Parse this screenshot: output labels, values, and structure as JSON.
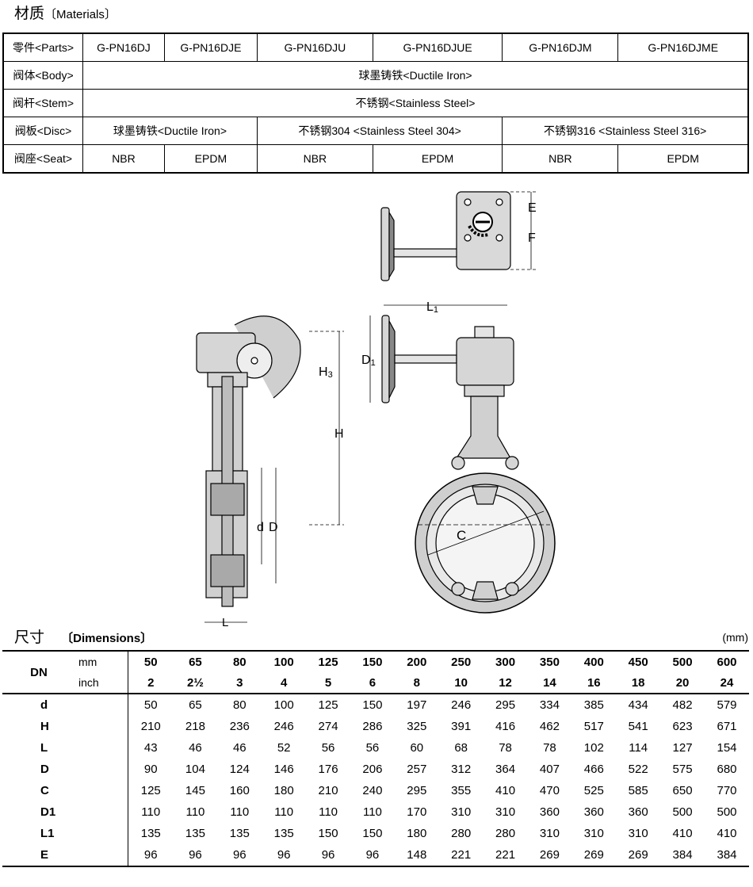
{
  "materials": {
    "title_cn": "材质",
    "title_en": "〔Materials〕",
    "header_label": "零件<Parts>",
    "models": [
      "G-PN16DJ",
      "G-PN16DJE",
      "G-PN16DJU",
      "G-PN16DJUE",
      "G-PN16DJM",
      "G-PN16DJME"
    ],
    "body_label": "阀体<Body>",
    "body_value": "球墨铸铁<Ductile Iron>",
    "stem_label": "阀杆<Stem>",
    "stem_value": "不锈钢<Stainless Steel>",
    "disc_label": "阀板<Disc>",
    "disc_values": [
      "球墨铸铁<Ductile Iron>",
      "不锈钢304 <Stainless Steel 304>",
      "不锈钢316 <Stainless Steel 316>"
    ],
    "seat_label": "阀座<Seat>",
    "seat_values": [
      "NBR",
      "EPDM",
      "NBR",
      "EPDM",
      "NBR",
      "EPDM"
    ]
  },
  "drawing": {
    "labels": {
      "E": "E",
      "F": "F",
      "L1": "L",
      "L1_sub": "1",
      "D1": "D",
      "D1_sub": "1",
      "H3": "H",
      "H3_sub": "3",
      "H": "H",
      "d": "d",
      "D": "D",
      "C": "C",
      "L": "L"
    }
  },
  "dimensions": {
    "title_cn": "尺寸",
    "title_en": "〔Dimensions〕",
    "unit": "(mm)",
    "dn_label": "DN",
    "mm_label": "mm",
    "inch_label": "inch",
    "mm": [
      "50",
      "65",
      "80",
      "100",
      "125",
      "150",
      "200",
      "250",
      "300",
      "350",
      "400",
      "450",
      "500",
      "600"
    ],
    "inch": [
      "2",
      "2½",
      "3",
      "4",
      "5",
      "6",
      "8",
      "10",
      "12",
      "14",
      "16",
      "18",
      "20",
      "24"
    ],
    "rows": [
      {
        "label": "d",
        "values": [
          "50",
          "65",
          "80",
          "100",
          "125",
          "150",
          "197",
          "246",
          "295",
          "334",
          "385",
          "434",
          "482",
          "579"
        ]
      },
      {
        "label": "H",
        "values": [
          "210",
          "218",
          "236",
          "246",
          "274",
          "286",
          "325",
          "391",
          "416",
          "462",
          "517",
          "541",
          "623",
          "671"
        ]
      },
      {
        "label": "L",
        "values": [
          "43",
          "46",
          "46",
          "52",
          "56",
          "56",
          "60",
          "68",
          "78",
          "78",
          "102",
          "114",
          "127",
          "154"
        ]
      },
      {
        "label": "D",
        "values": [
          "90",
          "104",
          "124",
          "146",
          "176",
          "206",
          "257",
          "312",
          "364",
          "407",
          "466",
          "522",
          "575",
          "680"
        ]
      },
      {
        "label": "C",
        "values": [
          "125",
          "145",
          "160",
          "180",
          "210",
          "240",
          "295",
          "355",
          "410",
          "470",
          "525",
          "585",
          "650",
          "770"
        ]
      },
      {
        "label": "D1",
        "values": [
          "110",
          "110",
          "110",
          "110",
          "110",
          "110",
          "170",
          "310",
          "310",
          "360",
          "360",
          "360",
          "500",
          "500"
        ]
      },
      {
        "label": "L1",
        "values": [
          "135",
          "135",
          "135",
          "135",
          "150",
          "150",
          "180",
          "280",
          "280",
          "310",
          "310",
          "310",
          "410",
          "410"
        ]
      },
      {
        "label": "E",
        "values": [
          "96",
          "96",
          "96",
          "96",
          "96",
          "96",
          "148",
          "221",
          "221",
          "269",
          "269",
          "269",
          "384",
          "384"
        ]
      }
    ]
  }
}
